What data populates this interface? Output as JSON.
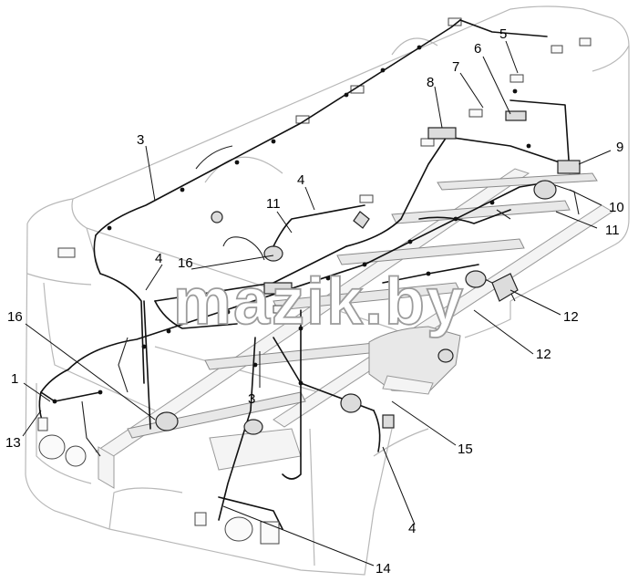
{
  "watermark": "mazik.by",
  "callouts": [
    {
      "label": "1",
      "name": "callout-1"
    },
    {
      "label": "13",
      "name": "callout-13"
    },
    {
      "label": "16",
      "name": "callout-16-left"
    },
    {
      "label": "3",
      "name": "callout-3-top"
    },
    {
      "label": "4",
      "name": "callout-4-left"
    },
    {
      "label": "16",
      "name": "callout-16-mid"
    },
    {
      "label": "4",
      "name": "callout-4-center"
    },
    {
      "label": "11",
      "name": "callout-11-center"
    },
    {
      "label": "3",
      "name": "callout-3-bottom"
    },
    {
      "label": "5",
      "name": "callout-5"
    },
    {
      "label": "6",
      "name": "callout-6"
    },
    {
      "label": "7",
      "name": "callout-7"
    },
    {
      "label": "8",
      "name": "callout-8"
    },
    {
      "label": "9",
      "name": "callout-9"
    },
    {
      "label": "10",
      "name": "callout-10"
    },
    {
      "label": "11",
      "name": "callout-11-right"
    },
    {
      "label": "12",
      "name": "callout-12-upper"
    },
    {
      "label": "12",
      "name": "callout-12-lower"
    },
    {
      "label": "15",
      "name": "callout-15"
    },
    {
      "label": "4",
      "name": "callout-4-bottom"
    },
    {
      "label": "14",
      "name": "callout-14"
    }
  ]
}
